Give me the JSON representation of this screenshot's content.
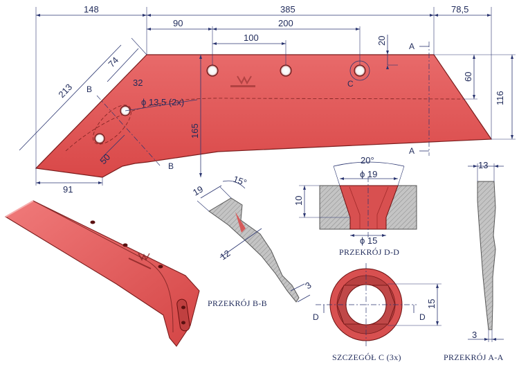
{
  "colors": {
    "plate": "#e25a5a",
    "plate_edge": "#7a1c1c",
    "dimension": "#1f2a5a",
    "section_hatch": "#b9b9b9"
  },
  "dimensions": {
    "d148": "148",
    "d385": "385",
    "d78_5": "78,5",
    "d90": "90",
    "d200": "200",
    "d100": "100",
    "d20": "20",
    "d60": "60",
    "d116": "116",
    "d165": "165",
    "d213": "213",
    "d74": "74",
    "d32": "32",
    "d50": "50",
    "d91": "91",
    "hole_dia": "ϕ 13,5  (2x)",
    "d19": "19",
    "d15deg": "15°",
    "d12": "12",
    "d3a": "3",
    "d20deg": "20°",
    "d19dia": "ϕ 19",
    "d10": "10",
    "d15dia": "ϕ 15",
    "d15": "15",
    "d13": "13",
    "d3b": "3"
  },
  "labels": {
    "A_top": "A",
    "A_bottom": "A",
    "B_top": "B",
    "B_bottom": "B",
    "C": "C",
    "D_left": "D",
    "D_right": "D"
  },
  "captions": {
    "section_bb": "PRZEKRÓJ B-B",
    "section_dd": "PRZEKRÓJ D-D",
    "detail_c": "SZCZEGÓŁ C (3x)",
    "section_aa": "PRZEKRÓJ A-A"
  }
}
